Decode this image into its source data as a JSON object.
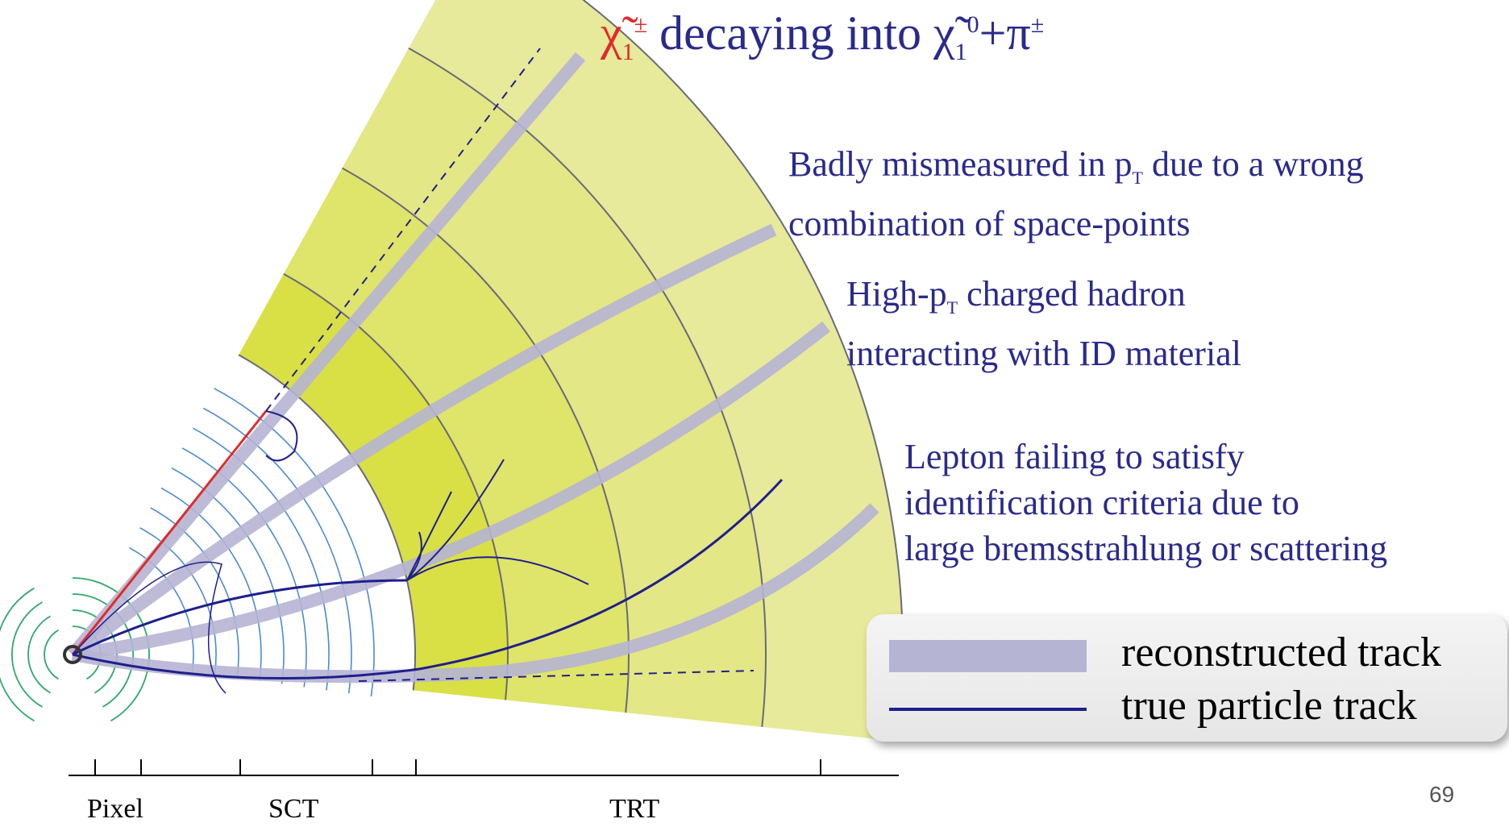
{
  "title": {
    "chi_symbol": "χ̃",
    "chi_sub": "1",
    "chi_sup": "±",
    "middle_text": " decaying into ",
    "chi2_sub": "1",
    "chi2_sup": "0",
    "tail_text": "+π",
    "pi_sup": "±"
  },
  "annotations": {
    "mismeasured": {
      "line1_pre": "Badly mismeasured in p",
      "line1_sub": "T",
      "line1_post": " due to a wrong",
      "line2": "combination of space-points"
    },
    "hadron": {
      "line1_pre": "High-p",
      "line1_sub": "T",
      "line1_post": " charged hadron",
      "line2": "interacting with ID material"
    },
    "lepton": {
      "line1": "Lepton failing to satisfy",
      "line2": "identification criteria due to",
      "line3": "large bremsstrahlung or scattering"
    }
  },
  "legend": {
    "reconstructed_label": "reconstructed track",
    "true_label": "true particle track"
  },
  "detector_labels": {
    "pixel": "Pixel",
    "sct": "SCT",
    "trt": "TRT"
  },
  "page_number": "69",
  "colors": {
    "reco_track": "#b6b4d3",
    "true_track": "#1f1f8c",
    "chargino_segment": "#e02b2b",
    "trt_light": "#e6ea9a",
    "trt_dark": "#d8e045",
    "sct_layers": "#4a8bd1",
    "pixel_layers": "#2fa86e",
    "text_blue": "#2a2a8c"
  }
}
